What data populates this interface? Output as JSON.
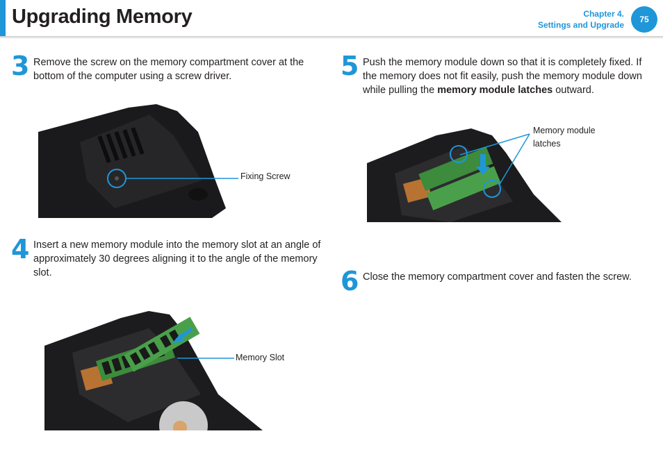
{
  "header": {
    "title": "Upgrading Memory",
    "chapter_label": "Chapter 4.",
    "section_label": "Settings and Upgrade",
    "page_number": "75"
  },
  "colors": {
    "accent": "#1f96d8",
    "text": "#231f20",
    "callout_line": "#1f96d8"
  },
  "steps": [
    {
      "number": "3",
      "text": "Remove the screw on the memory compartment cover at the bottom of the computer using a screw driver.",
      "callout": "Fixing Screw"
    },
    {
      "number": "4",
      "text": "Insert a new memory module into the memory slot at an angle of approximately 30 degrees aligning it to the angle of the memory slot.",
      "callout": "Memory Slot"
    },
    {
      "number": "5",
      "text_before": "Push the memory module down so that it is completely fixed. If the memory does not fit easily, push the memory module down while pulling the ",
      "text_bold": "memory module latches",
      "text_after": " outward.",
      "callout_line1": "Memory module",
      "callout_line2": "latches"
    },
    {
      "number": "6",
      "text": "Close the memory compartment cover and fasten the screw."
    }
  ]
}
